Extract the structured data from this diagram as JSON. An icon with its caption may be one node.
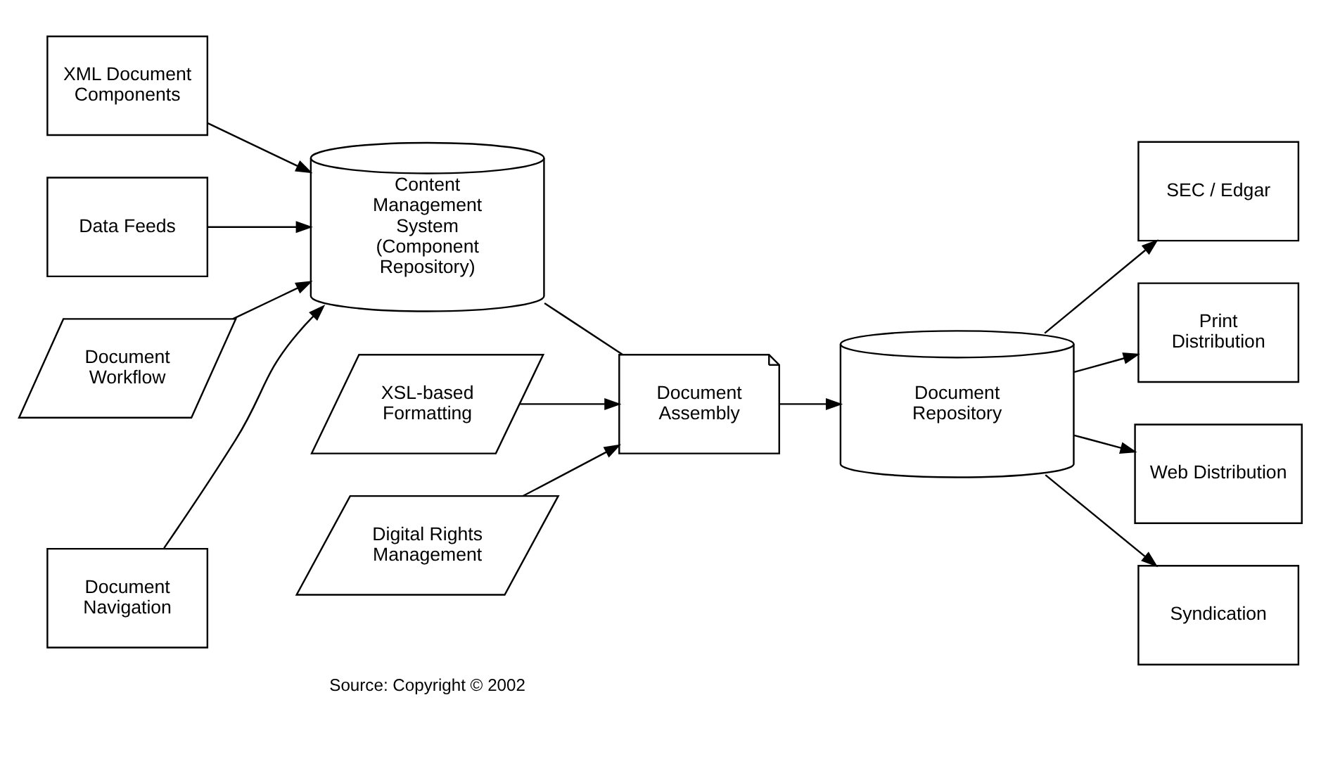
{
  "diagram": {
    "nodes": [
      {
        "text": [
          "XML Document Components"
        ]
      },
      {
        "text": [
          "Data Feeds"
        ]
      },
      {
        "text": [
          "Document Navigation"
        ]
      },
      {
        "text": [
          "Document Workflow"
        ]
      },
      {
        "text": [
          "Content Management System (Component Repository)"
        ]
      },
      {
        "text": [
          "XSL-based Formatting"
        ]
      },
      {
        "text": [
          "Document Assembly"
        ]
      },
      {
        "text": [
          "Digital Rights Management"
        ]
      },
      {
        "text": [
          "Document Repository"
        ]
      },
      {
        "text": [
          "SEC / Edgar"
        ]
      },
      {
        "text": [
          "Print Distribution"
        ]
      },
      {
        "text": [
          "Web Distribution"
        ]
      },
      {
        "text": [
          "Syndication"
        ]
      }
    ],
    "edges": [
      {
        "from": 0,
        "to": 4,
        "arrow": "to"
      },
      {
        "from": 1,
        "to": 4,
        "arrow": "to"
      },
      {
        "from": 2,
        "to": 4,
        "arrow": "to"
      },
      {
        "from": 3,
        "to": 4,
        "arrow": "to"
      },
      {
        "from": 4,
        "to": 6,
        "arrow": "none"
      },
      {
        "from": 5,
        "to": 6,
        "arrow": "to"
      },
      {
        "from": 7,
        "to": 6,
        "arrow": "to"
      },
      {
        "from": 6,
        "to": 8,
        "arrow": "to"
      },
      {
        "from": 8,
        "to": 9,
        "arrow": "to"
      },
      {
        "from": 8,
        "to": 10,
        "arrow": "to"
      },
      {
        "from": 8,
        "to": 11,
        "arrow": "to"
      },
      {
        "from": 8,
        "to": 12,
        "arrow": "to"
      }
    ],
    "labels": [
      "Source: Copyright © 2002"
    ]
  }
}
